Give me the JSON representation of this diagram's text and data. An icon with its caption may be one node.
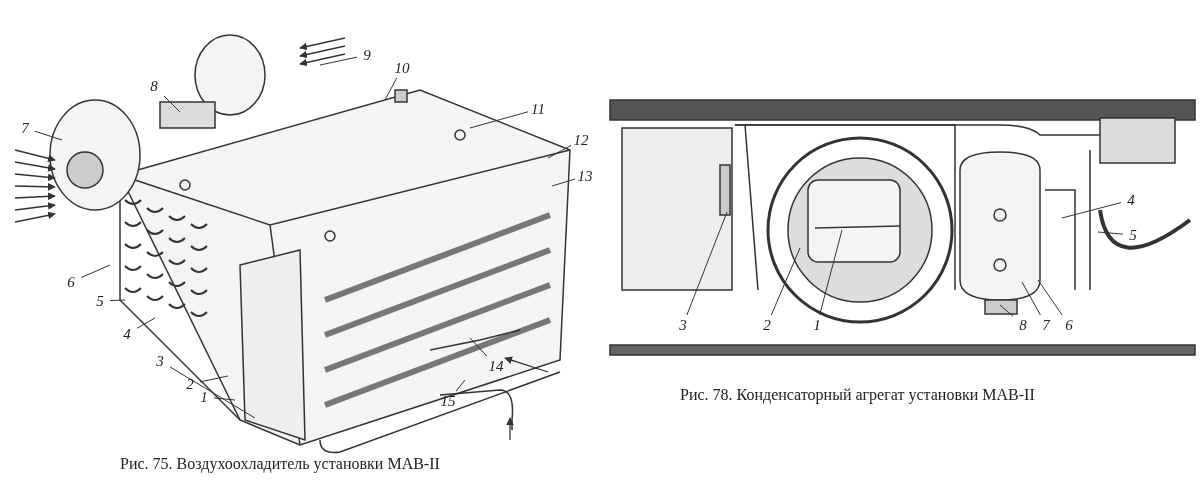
{
  "diagram": {
    "nodes": [
      {
        "text": [
          "1"
        ]
      },
      {
        "text": [
          "2"
        ]
      },
      {
        "text": [
          "3"
        ]
      },
      {
        "text": [
          "4"
        ]
      },
      {
        "text": [
          "5"
        ]
      },
      {
        "text": [
          "6"
        ]
      },
      {
        "text": [
          "7"
        ]
      },
      {
        "text": [
          "8"
        ]
      },
      {
        "text": [
          "9"
        ]
      },
      {
        "text": [
          "10"
        ]
      },
      {
        "text": [
          "11"
        ]
      },
      {
        "text": [
          "12"
        ]
      },
      {
        "text": [
          "13"
        ]
      },
      {
        "text": [
          "14"
        ]
      },
      {
        "text": [
          "15"
        ]
      },
      {
        "text": [
          "1"
        ]
      },
      {
        "text": [
          "2"
        ]
      },
      {
        "text": [
          "3"
        ]
      },
      {
        "text": [
          "4"
        ]
      },
      {
        "text": [
          "5"
        ]
      },
      {
        "text": [
          "6"
        ]
      },
      {
        "text": [
          "7"
        ]
      },
      {
        "text": [
          "8"
        ]
      }
    ],
    "edges": [
      {
        "from": 0,
        "to": null,
        "arrow": "none"
      },
      {
        "from": 1,
        "to": null,
        "arrow": "none"
      },
      {
        "from": 2,
        "to": null,
        "arrow": "none"
      },
      {
        "from": 3,
        "to": null,
        "arrow": "none"
      },
      {
        "from": 4,
        "to": null,
        "arrow": "none"
      },
      {
        "from": 5,
        "to": null,
        "arrow": "none"
      },
      {
        "from": 6,
        "to": null,
        "arrow": "none"
      },
      {
        "from": 7,
        "to": null,
        "arrow": "none"
      },
      {
        "from": 8,
        "to": null,
        "arrow": "none"
      },
      {
        "from": 9,
        "to": null,
        "arrow": "none"
      },
      {
        "from": 10,
        "to": null,
        "arrow": "none"
      },
      {
        "from": 11,
        "to": null,
        "arrow": "none"
      },
      {
        "from": 12,
        "to": null,
        "arrow": "none"
      },
      {
        "from": 13,
        "to": null,
        "arrow": "none"
      },
      {
        "from": 14,
        "to": null,
        "arrow": "none"
      },
      {
        "from": 15,
        "to": null,
        "arrow": "none"
      },
      {
        "from": 16,
        "to": null,
        "arrow": "none"
      },
      {
        "from": 17,
        "to": null,
        "arrow": "none"
      },
      {
        "from": 18,
        "to": null,
        "arrow": "none"
      },
      {
        "from": 19,
        "to": null,
        "arrow": "none"
      },
      {
        "from": 20,
        "to": null,
        "arrow": "none"
      },
      {
        "from": 21,
        "to": null,
        "arrow": "none"
      },
      {
        "from": 22,
        "to": null,
        "arrow": "none"
      }
    ],
    "labels": [
      "Рис. 75. Воздухоохладитель установки МАВ-II",
      "Рис. 78. Конденсаторный агрегат установки МАВ-II"
    ]
  }
}
